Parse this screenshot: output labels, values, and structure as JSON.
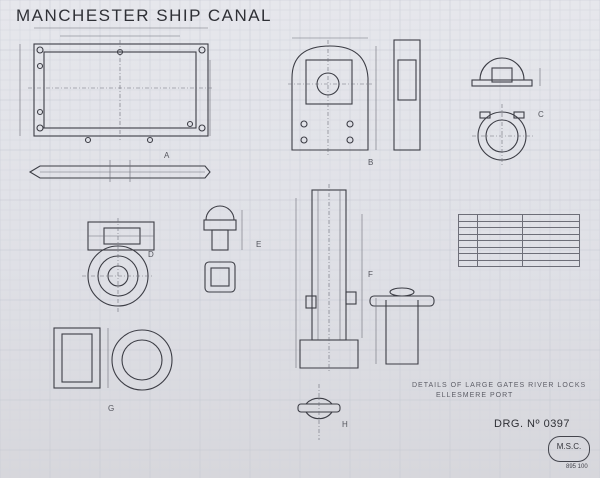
{
  "drawing": {
    "title": "MANCHESTER SHIP CANAL",
    "caption_line1": "DETAILS OF LARGE GATES  RIVER LOCKS",
    "caption_line2": "ELLESMERE PORT",
    "drawing_number": "DRG. Nº 0397",
    "stamp": "M.S.C.",
    "corner_mark": "895 100"
  },
  "view_labels": [
    "A",
    "B",
    "C",
    "D",
    "E",
    "F",
    "G",
    "H"
  ]
}
